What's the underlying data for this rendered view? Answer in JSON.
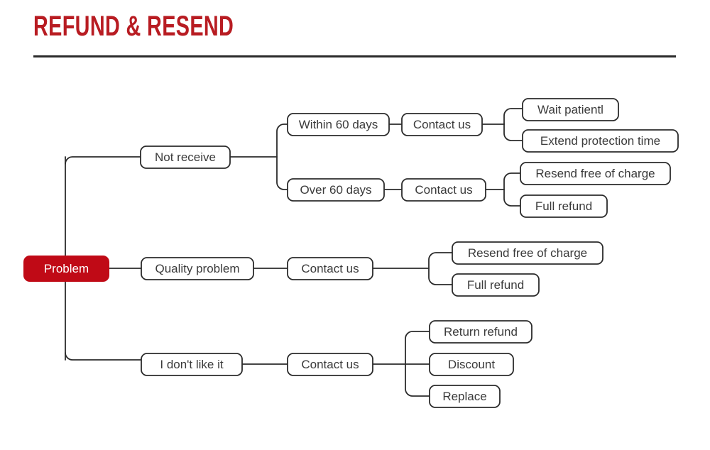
{
  "header": {
    "title": "REFUND & RESEND",
    "title_color": "#B81C22",
    "divider_color": "#2B2B2B"
  },
  "theme": {
    "root_fill": "#C00A16",
    "root_text": "#FFFFFF",
    "node_fill": "#FFFFFF",
    "node_stroke": "#2B2B2B",
    "node_text": "#3A3A3A",
    "background": "#FFFFFF"
  },
  "chart_data": {
    "type": "diagram",
    "diagram_type": "mind-map",
    "title": "REFUND & RESEND",
    "root": "Problem",
    "branches": [
      {
        "label": "Not receive",
        "children": [
          {
            "label": "Within 60 days",
            "children": [
              {
                "label": "Contact us",
                "children": [
                  {
                    "label": "Wait patientl"
                  },
                  {
                    "label": "Extend protection time"
                  }
                ]
              }
            ]
          },
          {
            "label": "Over 60 days",
            "children": [
              {
                "label": "Contact us",
                "children": [
                  {
                    "label": "Resend free of charge"
                  },
                  {
                    "label": "Full refund"
                  }
                ]
              }
            ]
          }
        ]
      },
      {
        "label": "Quality problem",
        "children": [
          {
            "label": "Contact us",
            "children": [
              {
                "label": "Resend free of charge"
              },
              {
                "label": "Full refund"
              }
            ]
          }
        ]
      },
      {
        "label": "I don't like it",
        "children": [
          {
            "label": "Contact us",
            "children": [
              {
                "label": "Return refund"
              },
              {
                "label": "Discount"
              },
              {
                "label": "Replace"
              }
            ]
          }
        ]
      }
    ]
  },
  "nodes": {
    "root": "Problem",
    "not_receive": "Not receive",
    "within_60": "Within 60 days",
    "over_60": "Over 60 days",
    "contact_within": "Contact us",
    "contact_over": "Contact us",
    "wait_patiently": "Wait patientl",
    "extend_protection": "Extend protection time",
    "resend_free_over": "Resend free of charge",
    "full_refund_over": "Full refund",
    "quality_problem": "Quality problem",
    "contact_quality": "Contact us",
    "resend_free_quality": "Resend free of charge",
    "full_refund_quality": "Full refund",
    "dont_like": "I don't like it",
    "contact_dislike": "Contact us",
    "return_refund": "Return refund",
    "discount": "Discount",
    "replace": "Replace"
  }
}
